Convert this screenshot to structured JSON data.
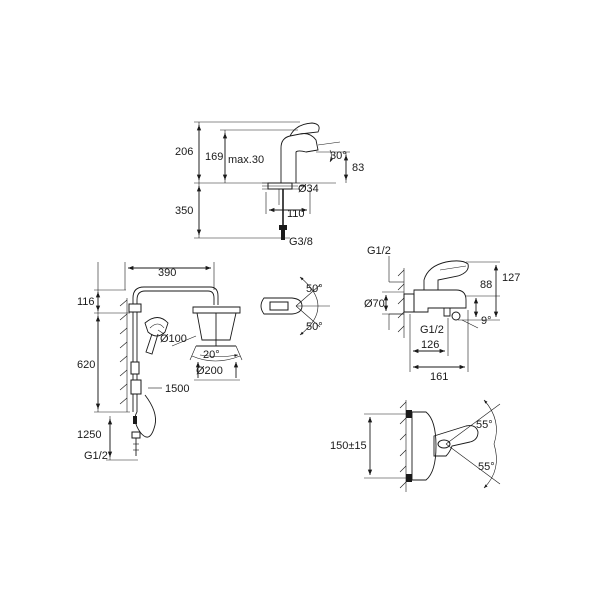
{
  "basin_mixer": {
    "dim_total_height": "206",
    "dim_spout_height": "169",
    "dim_max_thickness": "max.30",
    "dim_lever_angle": "30°",
    "dim_spout_reach": "83",
    "dim_hole_diameter": "Ø34",
    "dim_base_width": "110",
    "dim_hose_length": "350",
    "dim_connection": "G3/8"
  },
  "shower_system": {
    "dim_head_reach": "390",
    "dim_top_offset": "116",
    "dim_rail_height": "620",
    "dim_hand_shower_diameter": "Ø100",
    "dim_head_tilt": "20°",
    "dim_head_diameter": "Ø200",
    "dim_hose_length": "1500",
    "dim_install_height": "1250",
    "dim_connection": "G1/2",
    "dim_lever_upper_angle": "50°",
    "dim_lever_lower_angle": "50°"
  },
  "bath_mixer": {
    "dim_connection_top": "G1/2",
    "dim_height": "127",
    "dim_spout_drop": "88",
    "dim_flange_diameter": "Ø70",
    "dim_connection_bottom": "G1/2",
    "dim_spout_angle": "9°",
    "dim_reach_inner": "126",
    "dim_reach_outer": "161",
    "dim_centre_distance": "150±15",
    "dim_lever_upper_angle": "55°",
    "dim_lever_lower_angle": "55°"
  }
}
